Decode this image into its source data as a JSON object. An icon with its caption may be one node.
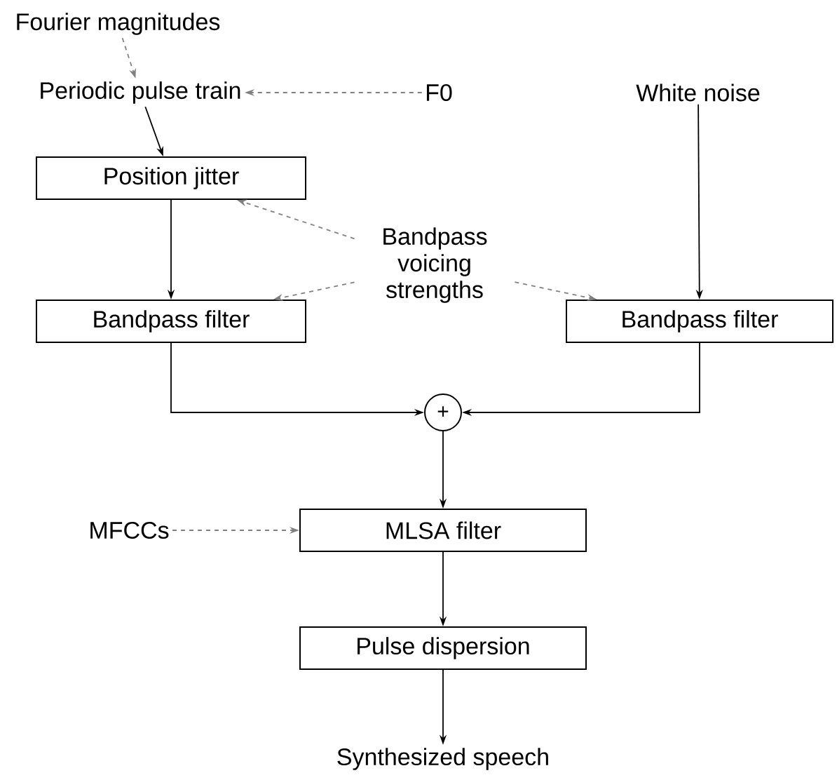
{
  "diagram": {
    "nodes": [
      {
        "text": [
          "Fourier magnitudes"
        ]
      },
      {
        "text": [
          "Periodic pulse train"
        ]
      },
      {
        "text": [
          "F0"
        ]
      },
      {
        "text": [
          "White noise"
        ]
      },
      {
        "text": [
          "Position jitter"
        ]
      },
      {
        "text": [
          "Bandpass voicing strengths"
        ]
      },
      {
        "text": [
          "Bandpass filter"
        ]
      },
      {
        "text": [
          "Bandpass filter"
        ]
      },
      {
        "text": [
          "+"
        ]
      },
      {
        "text": [
          "MFCCs"
        ]
      },
      {
        "text": [
          "MLSA filter"
        ]
      },
      {
        "text": [
          "Pulse dispersion"
        ]
      },
      {
        "text": [
          "Synthesized speech"
        ]
      }
    ],
    "edges": [
      {
        "from": 0,
        "to": 1,
        "arrow": "to",
        "style": "dashed",
        "color": "#808080"
      },
      {
        "from": 2,
        "to": 1,
        "arrow": "to",
        "style": "dashed",
        "color": "#808080"
      },
      {
        "from": 1,
        "to": 4,
        "arrow": "to"
      },
      {
        "from": 5,
        "to": 4,
        "arrow": "to",
        "style": "dashed",
        "color": "#808080"
      },
      {
        "from": 4,
        "to": 6,
        "arrow": "to"
      },
      {
        "from": 5,
        "to": 6,
        "arrow": "to",
        "style": "dashed",
        "color": "#808080"
      },
      {
        "from": 5,
        "to": 7,
        "arrow": "to",
        "style": "dashed",
        "color": "#808080"
      },
      {
        "from": 3,
        "to": 7,
        "arrow": "to"
      },
      {
        "from": 6,
        "to": 8,
        "arrow": "to"
      },
      {
        "from": 7,
        "to": 8,
        "arrow": "to"
      },
      {
        "from": 8,
        "to": 10,
        "arrow": "to"
      },
      {
        "from": 9,
        "to": 10,
        "arrow": "to",
        "style": "dashed",
        "color": "#808080"
      },
      {
        "from": 10,
        "to": 11,
        "arrow": "to"
      },
      {
        "from": 11,
        "to": 12,
        "arrow": "to"
      }
    ]
  }
}
